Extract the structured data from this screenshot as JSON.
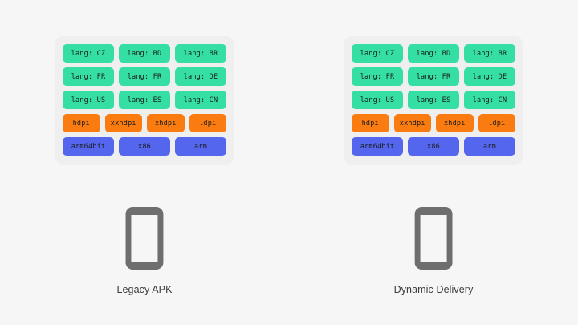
{
  "page": {
    "background_color": "#f6f6f6"
  },
  "colors": {
    "panel_background": "#efefef",
    "lang_chip": "#35dfa4",
    "density_chip": "#fa7b10",
    "abi_chip": "#5566ee",
    "chip_text": "#1b1b1b",
    "device_icon": "#6e6e6e",
    "device_screen": "#f6f6f6",
    "label_text": "#3c3c3c"
  },
  "columns": [
    {
      "id": "legacy",
      "label": "Legacy APK",
      "device_icon": "phone-icon",
      "panel": {
        "rows": [
          {
            "kind": "language",
            "chips": [
              {
                "label": "lang: CZ"
              },
              {
                "label": "lang: BD"
              },
              {
                "label": "lang: BR"
              }
            ]
          },
          {
            "kind": "language",
            "chips": [
              {
                "label": "lang: FR"
              },
              {
                "label": "lang: FR"
              },
              {
                "label": "lang: DE"
              }
            ]
          },
          {
            "kind": "language",
            "chips": [
              {
                "label": "lang: US"
              },
              {
                "label": "lang: ES"
              },
              {
                "label": "lang: CN"
              }
            ]
          },
          {
            "kind": "density",
            "chips": [
              {
                "label": "hdpi"
              },
              {
                "label": "xxhdpi"
              },
              {
                "label": "xhdpi"
              },
              {
                "label": "ldpi"
              }
            ]
          },
          {
            "kind": "abi",
            "chips": [
              {
                "label": "arm64bit"
              },
              {
                "label": "x86"
              },
              {
                "label": "arm"
              }
            ]
          }
        ]
      }
    },
    {
      "id": "dynamic",
      "label": "Dynamic Delivery",
      "device_icon": "phone-icon",
      "panel": {
        "rows": [
          {
            "kind": "language",
            "chips": [
              {
                "label": "lang: CZ"
              },
              {
                "label": "lang: BD"
              },
              {
                "label": "lang: BR"
              }
            ]
          },
          {
            "kind": "language",
            "chips": [
              {
                "label": "lang: FR"
              },
              {
                "label": "lang: FR"
              },
              {
                "label": "lang: DE"
              }
            ]
          },
          {
            "kind": "language",
            "chips": [
              {
                "label": "lang: US"
              },
              {
                "label": "lang: ES"
              },
              {
                "label": "lang: CN"
              }
            ]
          },
          {
            "kind": "density",
            "chips": [
              {
                "label": "hdpi"
              },
              {
                "label": "xxhdpi"
              },
              {
                "label": "xhdpi"
              },
              {
                "label": "ldpi"
              }
            ]
          },
          {
            "kind": "abi",
            "chips": [
              {
                "label": "arm64bit"
              },
              {
                "label": "x86"
              },
              {
                "label": "arm"
              }
            ]
          }
        ]
      }
    }
  ]
}
